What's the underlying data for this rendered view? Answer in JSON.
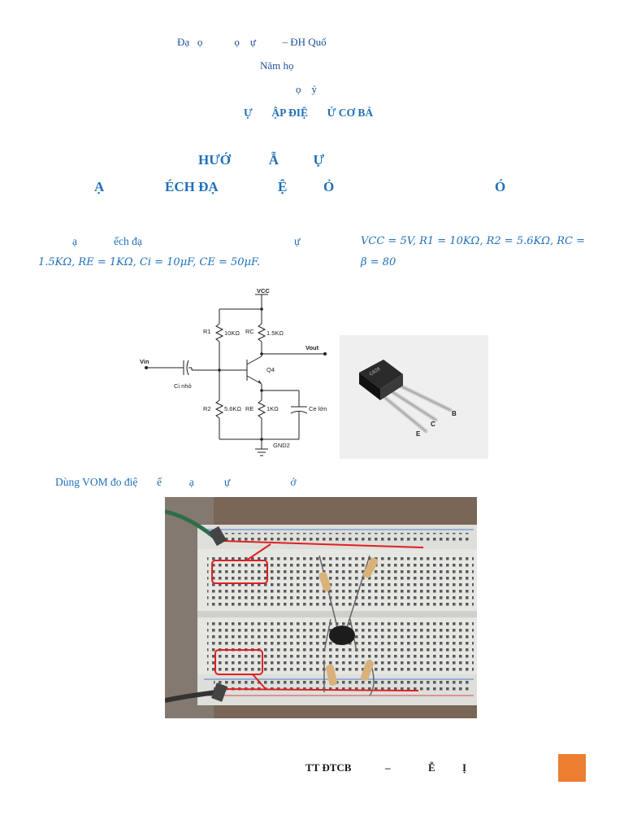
{
  "header": {
    "line1": "Đạ   ọ            ọ    ự          – ĐH Quố",
    "line2": "Năm họ",
    "line3": "ọ    ỷ",
    "line4": "Ự       ẬP ĐIỆ       Ử CƠ BẢ"
  },
  "title": {
    "line1": "HƯỚ           Ẫ          Ự",
    "line2_a": "Ạ",
    "line2_b": "ÉCH ĐẠ",
    "line2_c": "Ệ",
    "line2_d": "Ỏ",
    "line2_e": "Ó"
  },
  "intro": {
    "fragment1": "ạ",
    "fragment2": "ếch đạ",
    "fragment3": "ự",
    "params_line1": "VCC = 5V, R1 = 10KΩ, R2 = 5.6KΩ, RC =",
    "params_line2": "1.5KΩ, RE = 1KΩ, Ci = 10μF, CE = 50μF.",
    "beta": "β = 80"
  },
  "schematic": {
    "vcc": "VCC",
    "r1": "R1",
    "r1_val": "10KΩ",
    "rc": "RC",
    "rc_val": "1.5KΩ",
    "vout": "Vout",
    "vin": "Vin",
    "ci": "Ci nhỏ",
    "q4": "Q4",
    "r2": "R2",
    "r2_val": "5.6KΩ",
    "re": "RE",
    "re_val": "1KΩ",
    "ce": "Ce lớn",
    "gnd": "GND2"
  },
  "transistor": {
    "part": "C828",
    "pin_e": "E",
    "pin_c": "C",
    "pin_b": "B"
  },
  "caption": "Dùng VOM đo điệ       ế          ạ           ự                      ớ",
  "footer": {
    "text_a": "TT ĐTCB",
    "text_b": "–",
    "text_c": "Ễ",
    "text_d": "Ị"
  },
  "colors": {
    "accent": "#1f6fb8",
    "footer_box": "#ed7d31",
    "red_marker": "#e02020"
  }
}
